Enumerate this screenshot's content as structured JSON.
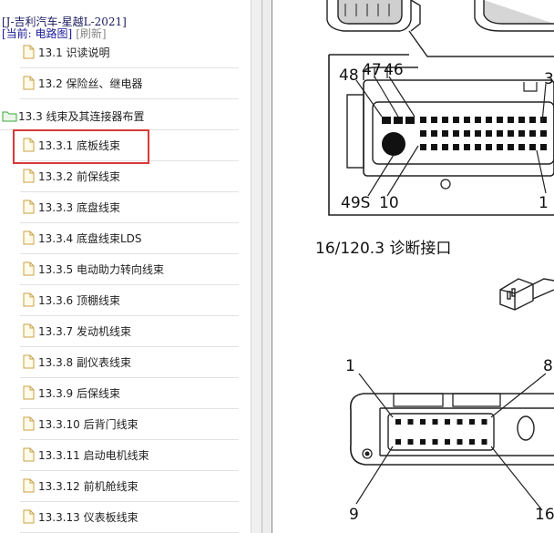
{
  "sidebar": {
    "header_title": "[J-吉利汽车-星越L-2021]",
    "current_label": "[当前: 电路图]",
    "refresh_label": "[刷新]",
    "items": [
      {
        "label": "13.1 识读说明",
        "type": "doc"
      },
      {
        "label": "13.2 保险丝、继电器",
        "type": "doc"
      },
      {
        "label": "13.3 线束及其连接器布置",
        "type": "folder"
      },
      {
        "label": "13.3.1 底板线束",
        "type": "doc",
        "selected": true
      },
      {
        "label": "13.3.2 前保线束",
        "type": "doc"
      },
      {
        "label": "13.3.3 底盘线束",
        "type": "doc"
      },
      {
        "label": "13.3.4 底盘线束LDS",
        "type": "doc"
      },
      {
        "label": "13.3.5 电动助力转向线束",
        "type": "doc"
      },
      {
        "label": "13.3.6 顶棚线束",
        "type": "doc"
      },
      {
        "label": "13.3.7 发动机线束",
        "type": "doc"
      },
      {
        "label": "13.3.8 副仪表线束",
        "type": "doc"
      },
      {
        "label": "13.3.9 后保线束",
        "type": "doc"
      },
      {
        "label": "13.3.10 后背门线束",
        "type": "doc"
      },
      {
        "label": "13.3.11 启动电机线束",
        "type": "doc"
      },
      {
        "label": "13.3.12 前机舱线束",
        "type": "doc"
      },
      {
        "label": "13.3.13 仪表板线束",
        "type": "doc"
      }
    ]
  },
  "document": {
    "upper_connector_pins": {
      "p48": "48",
      "p47": "47",
      "p46": "46",
      "p3": "3",
      "p49s": "49S",
      "p10": "10",
      "p1": "1"
    },
    "caption": "16/120.3 诊断接口",
    "obd_pins": {
      "p1": "1",
      "p8": "8",
      "p9": "9",
      "p16": "16"
    }
  },
  "colors": {
    "selection_border": "#d63a3a",
    "folder_green": "#3aa83a"
  }
}
